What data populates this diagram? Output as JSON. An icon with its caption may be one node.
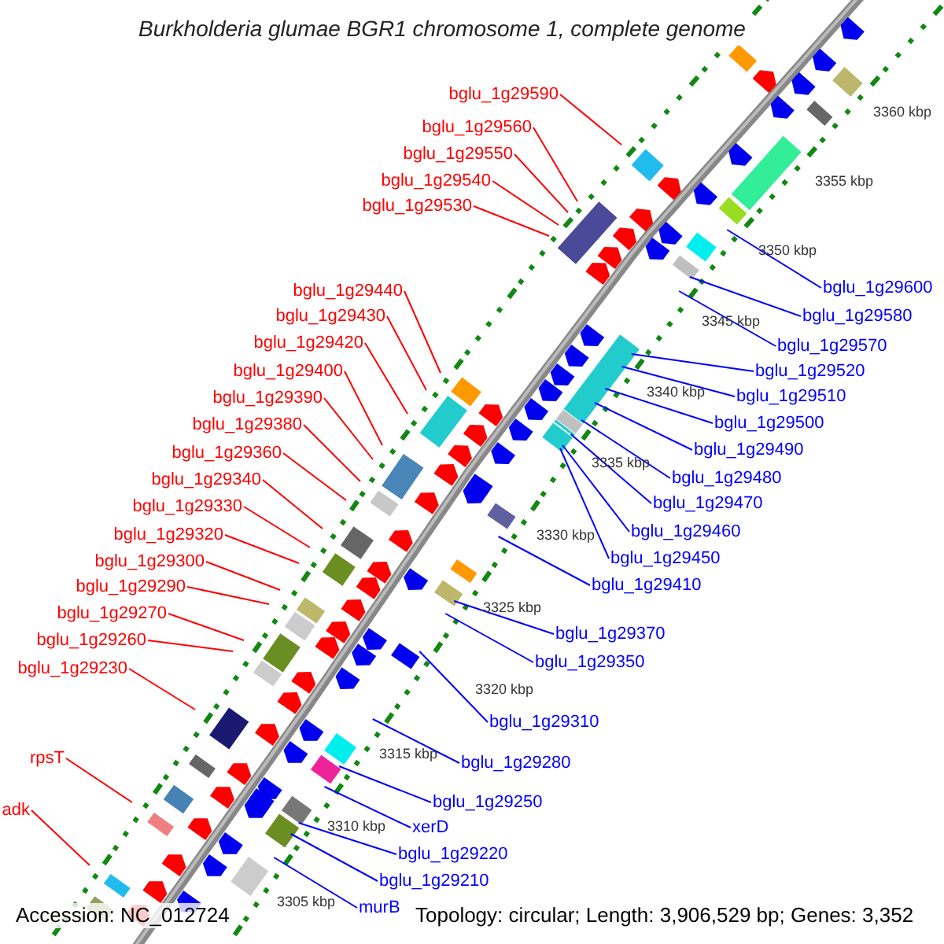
{
  "diagram": {
    "title": "Burkholderia glumae BGR1 chromosome 1, complete genome",
    "nodes": [
      {
        "text": [
          "bglu_1g29590"
        ]
      },
      {
        "text": [
          "bglu_1g29560"
        ]
      },
      {
        "text": [
          "bglu_1g29550"
        ]
      },
      {
        "text": [
          "bglu_1g29540"
        ]
      },
      {
        "text": [
          "bglu_1g29530"
        ]
      },
      {
        "text": [
          "bglu_1g29440"
        ]
      },
      {
        "text": [
          "bglu_1g29430"
        ]
      },
      {
        "text": [
          "bglu_1g29420"
        ]
      },
      {
        "text": [
          "bglu_1g29400"
        ]
      },
      {
        "text": [
          "bglu_1g29390"
        ]
      },
      {
        "text": [
          "bglu_1g29380"
        ]
      },
      {
        "text": [
          "bglu_1g29360"
        ]
      },
      {
        "text": [
          "bglu_1g29340"
        ]
      },
      {
        "text": [
          "bglu_1g29330"
        ]
      },
      {
        "text": [
          "bglu_1g29320"
        ]
      },
      {
        "text": [
          "bglu_1g29300"
        ]
      },
      {
        "text": [
          "bglu_1g29290"
        ]
      },
      {
        "text": [
          "bglu_1g29270"
        ]
      },
      {
        "text": [
          "bglu_1g29260"
        ]
      },
      {
        "text": [
          "bglu_1g29230"
        ]
      },
      {
        "text": [
          "rpsT"
        ]
      },
      {
        "text": [
          "adk"
        ]
      },
      {
        "text": [
          "bglu_1g29600"
        ]
      },
      {
        "text": [
          "bglu_1g29580"
        ]
      },
      {
        "text": [
          "bglu_1g29570"
        ]
      },
      {
        "text": [
          "bglu_1g29520"
        ]
      },
      {
        "text": [
          "bglu_1g29510"
        ]
      },
      {
        "text": [
          "bglu_1g29500"
        ]
      },
      {
        "text": [
          "bglu_1g29490"
        ]
      },
      {
        "text": [
          "bglu_1g29480"
        ]
      },
      {
        "text": [
          "bglu_1g29470"
        ]
      },
      {
        "text": [
          "bglu_1g29460"
        ]
      },
      {
        "text": [
          "bglu_1g29450"
        ]
      },
      {
        "text": [
          "bglu_1g29410"
        ]
      },
      {
        "text": [
          "bglu_1g29370"
        ]
      },
      {
        "text": [
          "bglu_1g29350"
        ]
      },
      {
        "text": [
          "bglu_1g29310"
        ]
      },
      {
        "text": [
          "bglu_1g29280"
        ]
      },
      {
        "text": [
          "bglu_1g29250"
        ]
      },
      {
        "text": [
          "xerD"
        ]
      },
      {
        "text": [
          "bglu_1g29220"
        ]
      },
      {
        "text": [
          "bglu_1g29210"
        ]
      },
      {
        "text": [
          "murB"
        ]
      }
    ],
    "edges": [
      {
        "from": 0,
        "to": null,
        "arrow": "none",
        "color": "#ff0000"
      },
      {
        "from": 1,
        "to": null,
        "arrow": "none",
        "color": "#ff0000"
      },
      {
        "from": 2,
        "to": null,
        "arrow": "none",
        "color": "#ff0000"
      },
      {
        "from": 3,
        "to": null,
        "arrow": "none",
        "color": "#ff0000"
      },
      {
        "from": 4,
        "to": null,
        "arrow": "none",
        "color": "#ff0000"
      },
      {
        "from": 5,
        "to": null,
        "arrow": "none",
        "color": "#ff0000"
      },
      {
        "from": 6,
        "to": null,
        "arrow": "none",
        "color": "#ff0000"
      },
      {
        "from": 7,
        "to": null,
        "arrow": "none",
        "color": "#ff0000"
      },
      {
        "from": 8,
        "to": null,
        "arrow": "none",
        "color": "#ff0000"
      },
      {
        "from": 9,
        "to": null,
        "arrow": "none",
        "color": "#ff0000"
      },
      {
        "from": 10,
        "to": null,
        "arrow": "none",
        "color": "#ff0000"
      },
      {
        "from": 11,
        "to": null,
        "arrow": "none",
        "color": "#ff0000"
      },
      {
        "from": 12,
        "to": null,
        "arrow": "none",
        "color": "#ff0000"
      },
      {
        "from": 13,
        "to": null,
        "arrow": "none",
        "color": "#ff0000"
      },
      {
        "from": 14,
        "to": null,
        "arrow": "none",
        "color": "#ff0000"
      },
      {
        "from": 15,
        "to": null,
        "arrow": "none",
        "color": "#ff0000"
      },
      {
        "from": 16,
        "to": null,
        "arrow": "none",
        "color": "#ff0000"
      },
      {
        "from": 17,
        "to": null,
        "arrow": "none",
        "color": "#ff0000"
      },
      {
        "from": 18,
        "to": null,
        "arrow": "none",
        "color": "#ff0000"
      },
      {
        "from": 19,
        "to": null,
        "arrow": "none",
        "color": "#ff0000"
      },
      {
        "from": 20,
        "to": null,
        "arrow": "none",
        "color": "#ff0000"
      },
      {
        "from": 21,
        "to": null,
        "arrow": "none",
        "color": "#ff0000"
      },
      {
        "from": 22,
        "to": null,
        "arrow": "none",
        "color": "#0000ff"
      },
      {
        "from": 23,
        "to": null,
        "arrow": "none",
        "color": "#0000ff"
      },
      {
        "from": 24,
        "to": null,
        "arrow": "none",
        "color": "#0000ff"
      },
      {
        "from": 25,
        "to": null,
        "arrow": "none",
        "color": "#0000ff"
      },
      {
        "from": 26,
        "to": null,
        "arrow": "none",
        "color": "#0000ff"
      },
      {
        "from": 27,
        "to": null,
        "arrow": "none",
        "color": "#0000ff"
      },
      {
        "from": 28,
        "to": null,
        "arrow": "none",
        "color": "#0000ff"
      },
      {
        "from": 29,
        "to": null,
        "arrow": "none",
        "color": "#0000ff"
      },
      {
        "from": 30,
        "to": null,
        "arrow": "none",
        "color": "#0000ff"
      },
      {
        "from": 31,
        "to": null,
        "arrow": "none",
        "color": "#0000ff"
      },
      {
        "from": 32,
        "to": null,
        "arrow": "none",
        "color": "#0000ff"
      },
      {
        "from": 33,
        "to": null,
        "arrow": "none",
        "color": "#0000ff"
      },
      {
        "from": 34,
        "to": null,
        "arrow": "none",
        "color": "#0000ff"
      },
      {
        "from": 35,
        "to": null,
        "arrow": "none",
        "color": "#0000ff"
      },
      {
        "from": 36,
        "to": null,
        "arrow": "none",
        "color": "#0000ff"
      },
      {
        "from": 37,
        "to": null,
        "arrow": "none",
        "color": "#0000ff"
      },
      {
        "from": 38,
        "to": null,
        "arrow": "none",
        "color": "#0000ff"
      },
      {
        "from": 39,
        "to": null,
        "arrow": "none",
        "color": "#0000ff"
      },
      {
        "from": 40,
        "to": null,
        "arrow": "none",
        "color": "#0000ff"
      },
      {
        "from": 41,
        "to": null,
        "arrow": "none",
        "color": "#0000ff"
      },
      {
        "from": 42,
        "to": null,
        "arrow": "none",
        "color": "#0000ff"
      }
    ],
    "labels": [
      "3360 kbp",
      "3355 kbp",
      "3350 kbp",
      "3345 kbp",
      "3340 kbp",
      "3335 kbp",
      "3330 kbp",
      "3325 kbp",
      "3320 kbp",
      "3315 kbp",
      "3310 kbp",
      "3305 kbp",
      "Accession: NC_012724",
      "Topology: circular; Length: 3,906,529 bp; Genes: 3,352"
    ]
  }
}
